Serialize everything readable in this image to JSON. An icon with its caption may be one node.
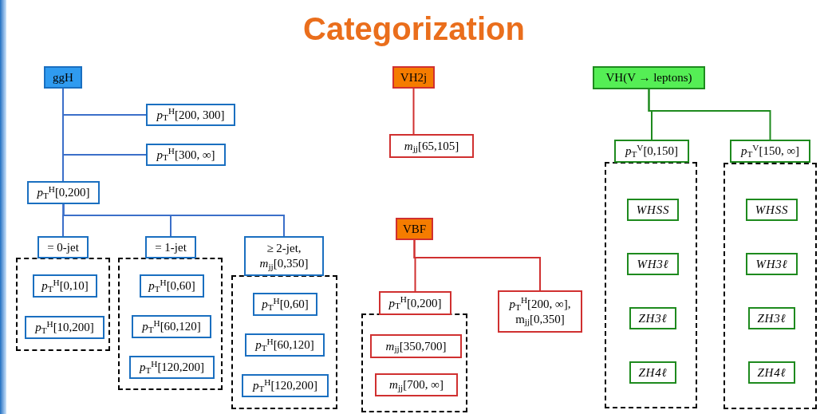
{
  "diagram": {
    "title": "Categorization",
    "nodes": [
      {
        "text": [
          "ggH"
        ]
      },
      {
        "text": [
          "*p*$_{T}$$^{H}$[200, 300]"
        ]
      },
      {
        "text": [
          "*p*$_{T}$$^{H}$[300, ∞]"
        ]
      },
      {
        "text": [
          "*p*$_{T}$$^{H}$[0,200]"
        ]
      },
      {
        "text": [
          "= 0-jet"
        ]
      },
      {
        "text": [],
        "shape": "box"
      },
      {
        "text": [
          "*p*$_{T}$$^{H}$[0,10]"
        ],
        "in": 5
      },
      {
        "text": [
          "*p*$_{T}$$^{H}$[10,200]"
        ],
        "in": 5
      },
      {
        "text": [
          "= 1-jet"
        ]
      },
      {
        "text": [],
        "shape": "box"
      },
      {
        "text": [
          "*p*$_{T}$$^{H}$[0,60]"
        ],
        "in": 9
      },
      {
        "text": [
          "*p*$_{T}$$^{H}$[60,120]"
        ],
        "in": 9
      },
      {
        "text": [
          "*p*$_{T}$$^{H}$[120,200]"
        ],
        "in": 9
      },
      {
        "text": [
          "≥ 2-jet, *m*$_{jj}$[0,350]"
        ]
      },
      {
        "text": [],
        "shape": "box"
      },
      {
        "text": [
          "*p*$_{T}$$^{H}$[0,60]"
        ],
        "in": 14
      },
      {
        "text": [
          "*p*$_{T}$$^{H}$[60,120]"
        ],
        "in": 14
      },
      {
        "text": [
          "*p*$_{T}$$^{H}$[120,200]"
        ],
        "in": 14
      },
      {
        "text": [
          "VH2j"
        ]
      },
      {
        "text": [
          "*m*$_{jj}$[65,105]"
        ]
      },
      {
        "text": [
          "VBF"
        ]
      },
      {
        "text": [
          "*p*$_{T}$$^{H}$[0,200]"
        ]
      },
      {
        "text": [
          "*p*$_{T}$$^{H}$[200, ∞], m$_{jj}$[0,350]"
        ]
      },
      {
        "text": [],
        "shape": "box"
      },
      {
        "text": [
          "*m*$_{jj}$[350,700]"
        ],
        "in": 23
      },
      {
        "text": [
          "*m*$_{jj}$[700, ∞]"
        ],
        "in": 23
      },
      {
        "text": [
          "VH(V → leptons)"
        ]
      },
      {
        "text": [
          "*p*$_{T}$$^{V}$[0,150]"
        ]
      },
      {
        "text": [
          "*p*$_{T}$$^{V}$[150, ∞]"
        ]
      },
      {
        "text": [],
        "shape": "box"
      },
      {
        "text": [
          "WHSS"
        ],
        "in": 29
      },
      {
        "text": [
          "WH3ℓ"
        ],
        "in": 29
      },
      {
        "text": [
          "ZH3ℓ"
        ],
        "in": 29
      },
      {
        "text": [
          "ZH4ℓ"
        ],
        "in": 29
      },
      {
        "text": [],
        "shape": "box"
      },
      {
        "text": [
          "WHSS"
        ],
        "in": 34
      },
      {
        "text": [
          "WH3ℓ"
        ],
        "in": 34
      },
      {
        "text": [
          "ZH3ℓ"
        ],
        "in": 34
      },
      {
        "text": [
          "ZH4ℓ"
        ],
        "in": 34
      }
    ],
    "edges": [
      {
        "from": 0,
        "to": 1,
        "arrow": "none"
      },
      {
        "from": 0,
        "to": 2,
        "arrow": "none"
      },
      {
        "from": 0,
        "to": 3,
        "arrow": "none"
      },
      {
        "from": 3,
        "to": 4,
        "arrow": "none"
      },
      {
        "from": 3,
        "to": 8,
        "arrow": "none"
      },
      {
        "from": 3,
        "to": 13,
        "arrow": "none"
      },
      {
        "from": 18,
        "to": 19,
        "arrow": "none",
        "color": "#d03030"
      },
      {
        "from": 20,
        "to": 21,
        "arrow": "none",
        "color": "#d03030"
      },
      {
        "from": 20,
        "to": 22,
        "arrow": "none",
        "color": "#d03030"
      },
      {
        "from": 26,
        "to": 27,
        "arrow": "none",
        "color": "#1e8a1e"
      },
      {
        "from": 26,
        "to": 28,
        "arrow": "none",
        "color": "#1e8a1e"
      }
    ]
  }
}
